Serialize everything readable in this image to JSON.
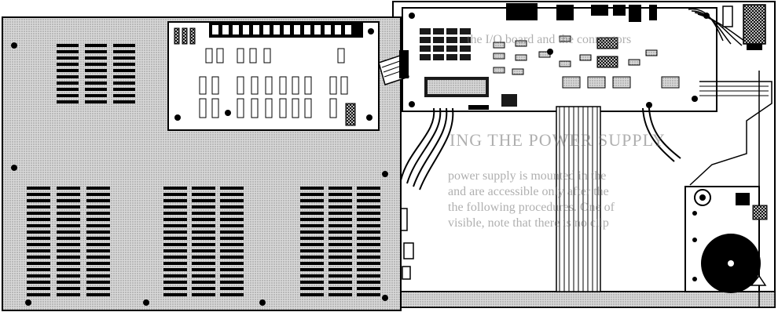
{
  "figure": {
    "kind": "technical line drawing",
    "ink_color": "#000000",
    "paper_color": "#ffffff",
    "screen_color": "#c8c8c8",
    "chip_color": "#1a1a1a"
  },
  "components": {
    "cover_plate": "stippled cover panel with vent slot arrays",
    "upper_pcb": "small circuit board mounted on cover",
    "main_pcb": "main logic board in chassis",
    "ribbon_cables": "flat ribbon cables",
    "power_supply": "power supply with fan",
    "connector_block": "crosshatched connector at top right"
  },
  "bleed_through": {
    "heading": "ING THE POWER SUPPLY",
    "lines": [
      "the I/O board and the connectors",
      "power supply is mounted in the",
      "and are accessible only after the",
      "the following procedures. One of",
      "visible, note that there is no clip"
    ]
  }
}
